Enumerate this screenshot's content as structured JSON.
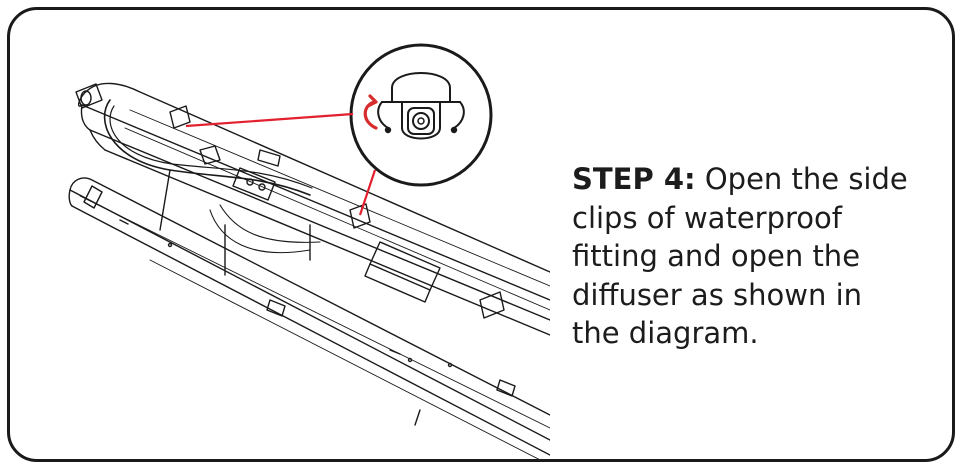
{
  "instruction": {
    "step_label": "STEP 4:",
    "lines": [
      "Open the side",
      "clips of waterproof",
      "fitting and open the",
      "diffuser as shown in",
      "the diagram."
    ]
  },
  "colors": {
    "callout_line": "#e3202e",
    "rotate_arrow": "#d62c2c",
    "stroke": "#1a1a1a",
    "border": "#1a1a1a"
  },
  "icons": {
    "rotate": "curved-arrow",
    "magnifier": "zoom-circle"
  }
}
